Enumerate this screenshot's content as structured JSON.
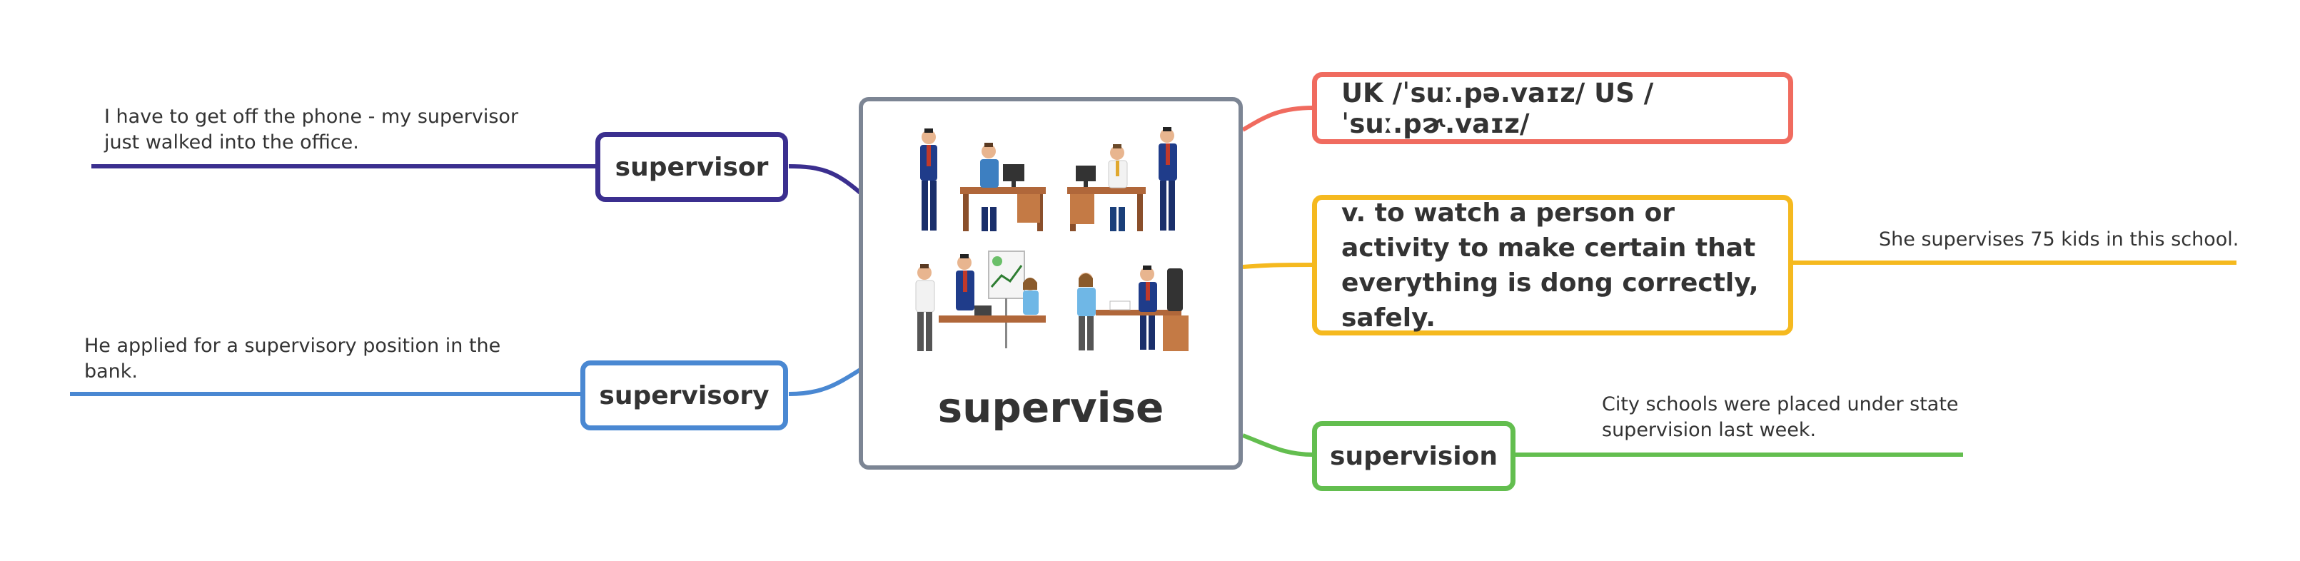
{
  "center": {
    "word": "supervise"
  },
  "pronunciation": {
    "text": "UK  /ˈsuː.pə.vaɪz/ US  /ˈsuː.pɚ.vaɪz/"
  },
  "definition": {
    "text": "v. to watch a person or activity to make certain that everything is dong correctly, safely.",
    "example": "She supervises 75 kids in this school."
  },
  "supervisor": {
    "label": "supervisor",
    "example": "I have to get off the phone - my supervisor just walked into the office."
  },
  "supervisory": {
    "label": "supervisory",
    "example": "He applied for a supervisory position in the bank."
  },
  "supervision": {
    "label": "supervision",
    "example": "City schools were placed under state supervision last week."
  },
  "colors": {
    "supervisor": "#3b2f8f",
    "supervisory": "#4a88d2",
    "pronunciation": "#f06b5f",
    "definition": "#f5b91f",
    "supervision": "#63be4f",
    "center_border": "#7c8594"
  }
}
